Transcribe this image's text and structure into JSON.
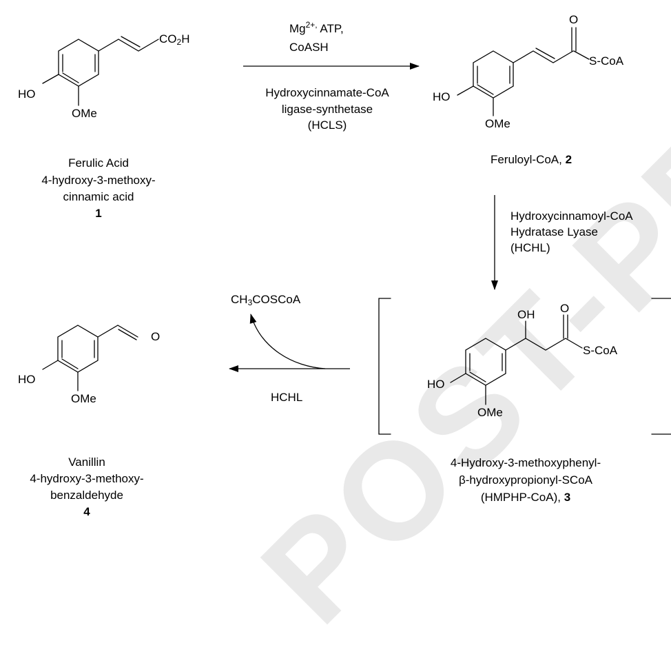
{
  "watermark": "POST-PRINT",
  "step1": {
    "reagent_line1_base": "Mg",
    "reagent_line1_sup": "2+,",
    "reagent_line1_rest": " ATP,",
    "reagent_line2": "CoASH",
    "enzyme_line1": "Hydroxycinnamate-CoA",
    "enzyme_line2": "ligase-synthetase",
    "enzyme_line3": "(HCLS)"
  },
  "step2": {
    "enzyme_line1": "Hydroxycinnamoyl-CoA",
    "enzyme_line2": "Hydratase Lyase",
    "enzyme_line3": "(HCHL)"
  },
  "step3": {
    "enzyme": "HCHL",
    "byproduct_ch": "CH",
    "byproduct_sub": "3",
    "byproduct_rest": "COSCoA"
  },
  "compounds": [
    {
      "label_lines": [
        "Ferulic Acid",
        "4-hydroxy-3-methoxy-",
        "cinnamic acid"
      ],
      "number": "1",
      "atoms": {
        "ho": "HO",
        "ome": "OMe",
        "acid_base": "CO",
        "acid_sub": "2",
        "acid_rest": "H"
      }
    },
    {
      "label": "Feruloyl-CoA, ",
      "number": "2",
      "atoms": {
        "ho": "HO",
        "ome": "OMe",
        "o": "O",
        "sc": "S-CoA"
      }
    },
    {
      "label_lines": [
        "4-Hydroxy-3-methoxyphenyl-",
        "β-hydroxypropionyl-SCoA"
      ],
      "label_last": "(HMPHP-CoA), ",
      "number": "3",
      "atoms": {
        "ho": "HO",
        "ome": "OMe",
        "oh": "OH",
        "o": "O",
        "sc": "S-CoA"
      }
    },
    {
      "label_lines": [
        "Vanillin",
        "4-hydroxy-3-methoxy-",
        "benzaldehyde"
      ],
      "number": "4",
      "atoms": {
        "ho": "HO",
        "ome": "OMe",
        "o": "O"
      }
    }
  ]
}
